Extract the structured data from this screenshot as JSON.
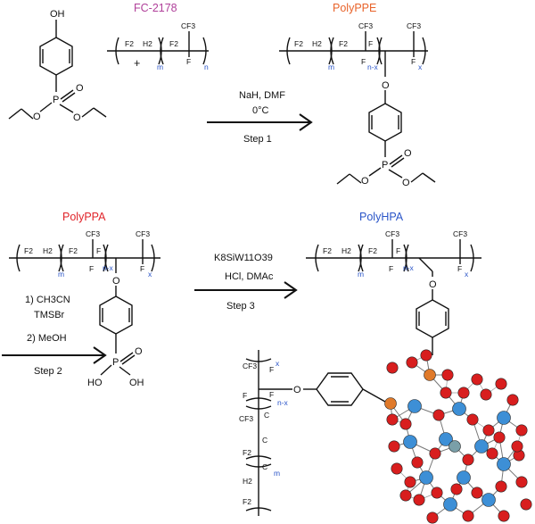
{
  "labels": {
    "fc2178": "FC-2178",
    "polyppe": "PolyPPE",
    "polyppa": "PolyPPA",
    "polyhpa": "PolyHPA"
  },
  "colors": {
    "fc2178": "#b0409a",
    "polyppe": "#e8632a",
    "polyppa": "#e0242a",
    "polyhpa": "#2a55c8",
    "index_blue": "#2a55c8",
    "oxygen_red": "#d81e1e",
    "tungsten_blue": "#3d8fd6",
    "silicon_gray": "#7a9fa8",
    "phosphorus_orange": "#e07a2a"
  },
  "step1": {
    "line1": "NaH, DMF",
    "line2": "0°C",
    "label": "Step 1"
  },
  "step2": {
    "line1": "1) CH3CN",
    "line2": "TMSBr",
    "line3": "2) MeOH",
    "label": "Step 2"
  },
  "step3": {
    "line1": "K8SiW11O39",
    "line2": "HCl, DMAc",
    "label": "Step 3"
  },
  "plus": "+",
  "atoms": {
    "oh": "OH",
    "o": "O",
    "p": "P",
    "f2": "F2",
    "h2": "H2",
    "f": "F",
    "cf3": "CF3",
    "ho": "HO",
    "c": "C"
  },
  "indices": {
    "m": "m",
    "n": "n",
    "nx": "n-x",
    "x": "x"
  }
}
